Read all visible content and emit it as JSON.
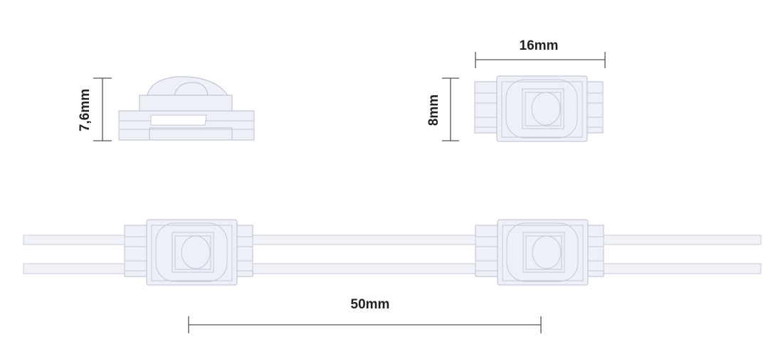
{
  "dimensions": {
    "side_height": "7,6mm",
    "top_width": "16mm",
    "top_height": "8mm",
    "pitch": "50mm"
  },
  "colors": {
    "dimension_line": "#555555",
    "module_body": "#eef0f8",
    "module_outline": "#b9bdd0"
  }
}
